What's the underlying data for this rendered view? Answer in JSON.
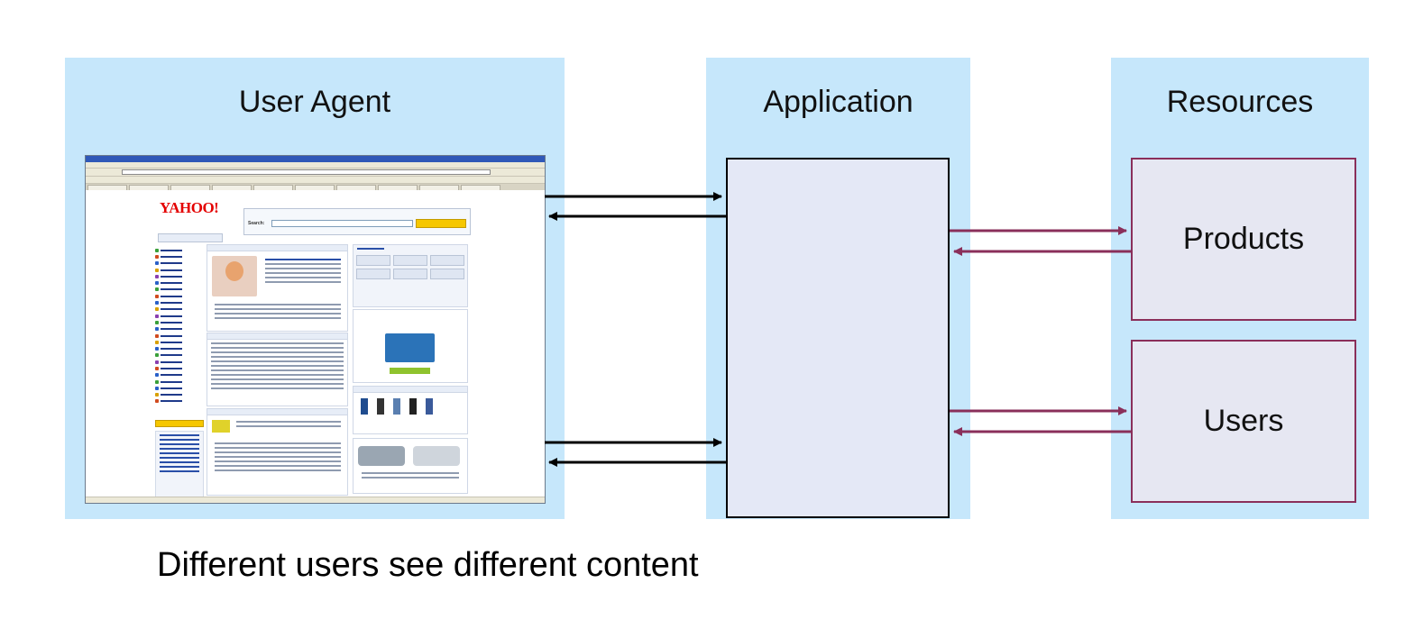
{
  "panels": {
    "user_agent": {
      "title": "User Agent"
    },
    "application": {
      "title": "Application"
    },
    "resources": {
      "title": "Resources"
    }
  },
  "resource_boxes": {
    "products": "Products",
    "users": "Users"
  },
  "caption": "Different users see different content",
  "browser": {
    "logo": "YAHOO!",
    "search_label": "Search:"
  },
  "colors": {
    "panel_fill": "#c6e7fb",
    "application_box_fill": "#e4e8f6",
    "resource_box_border": "#8a2f5a",
    "app_arrow": "#000000",
    "resource_arrow": "#8a2f5a"
  }
}
